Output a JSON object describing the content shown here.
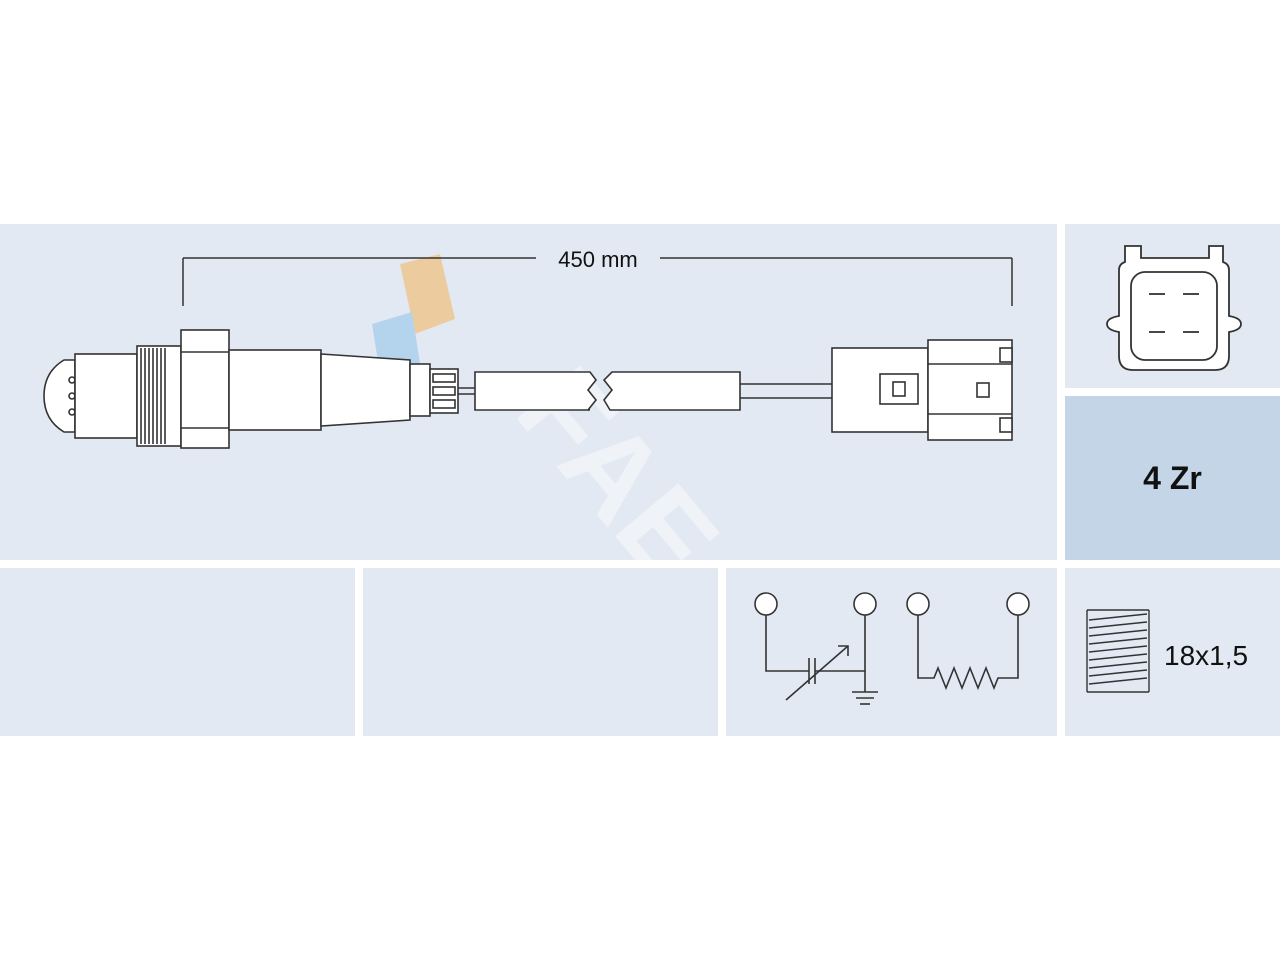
{
  "diagram": {
    "cable_length_label": "450 mm",
    "sensor_type": "4 Zr",
    "thread_spec": "18x1,5",
    "watermark_text": "FAE",
    "icons": {
      "sensor": "lambda-sensor-drawing",
      "connector": "4-pin-connector-face",
      "circuit": "sensor-wiring-schematic",
      "thread": "thread-icon",
      "logo": "fae-logo-watermark"
    },
    "colors": {
      "panel": "#e2e9f3",
      "panel_highlight": "#c5d5e8",
      "line": "#333333",
      "part_fill": "#ffffff",
      "logo_orange": "#f5b55a",
      "logo_blue": "#8fc2e8"
    }
  }
}
